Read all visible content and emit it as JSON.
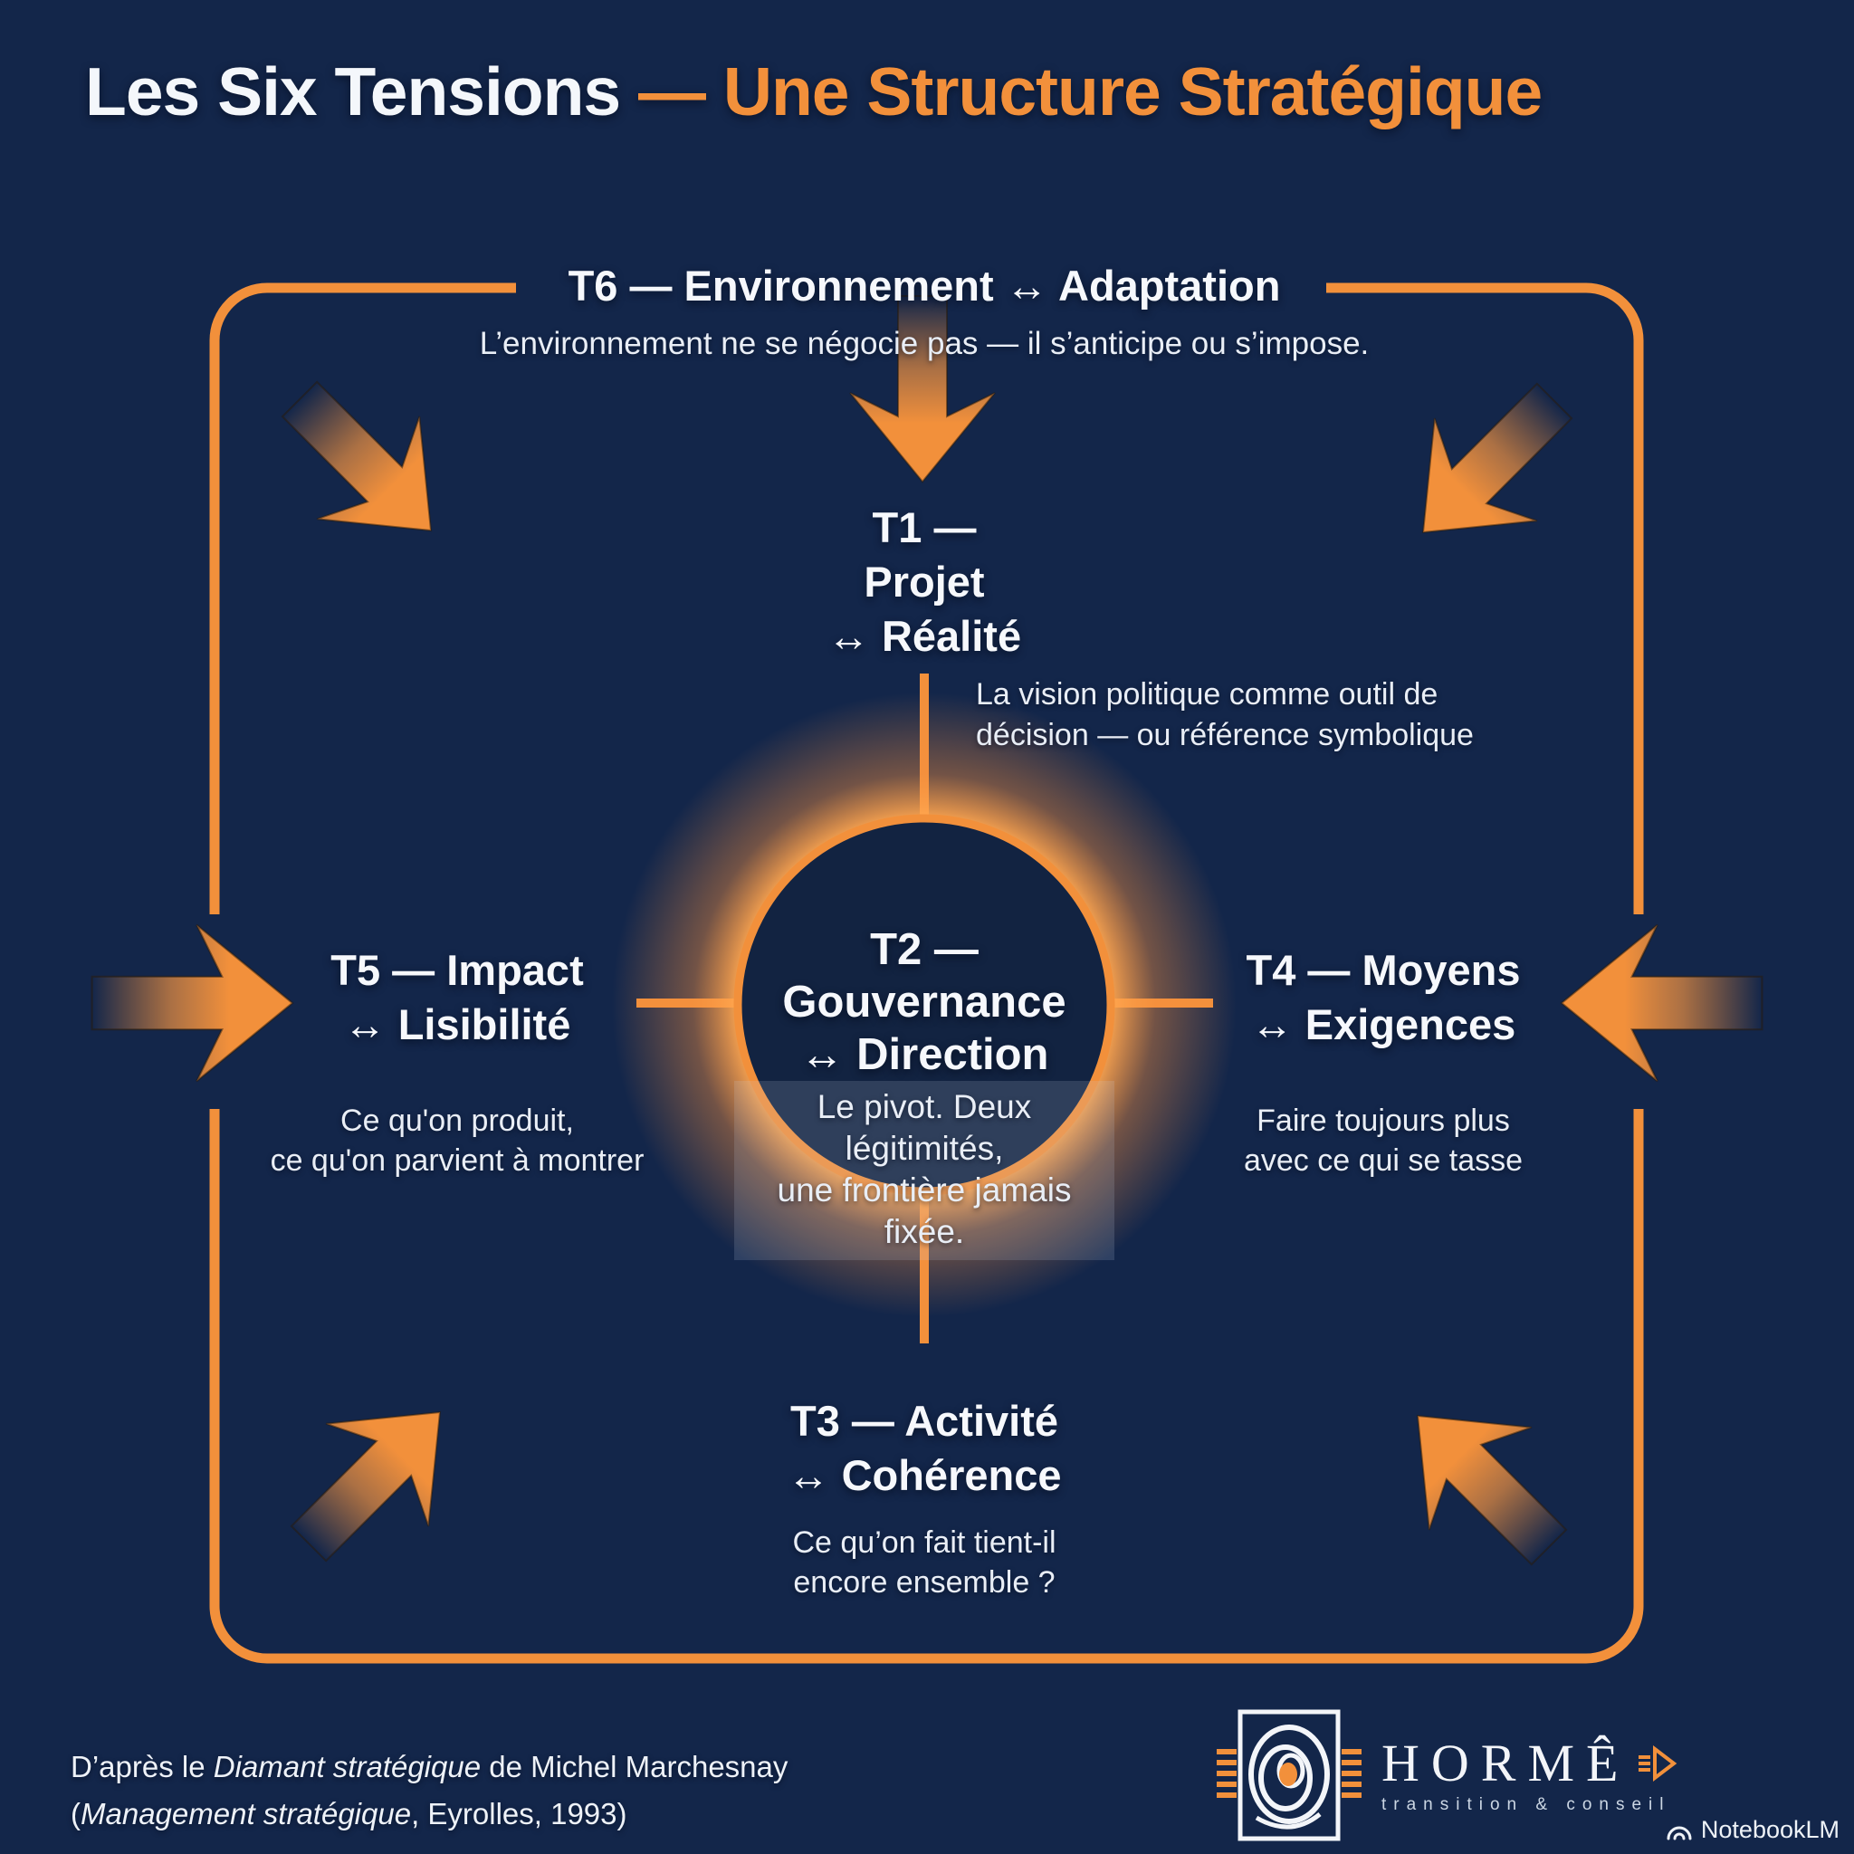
{
  "title": {
    "prefix": "Les Six Tensions ",
    "suffix": "— Une Structure Stratégique"
  },
  "colors": {
    "background": "#13264a",
    "accent": "#f2903b",
    "accent_bright": "#f9a04a",
    "text": "#f4f7fb",
    "circle_fill": "#122341",
    "caption_box": "rgba(199,214,233,0.16)"
  },
  "tensions": {
    "t6": {
      "heading": "T6 — Environnement ↔ Adaptation",
      "description": "L’environnement ne se négocie pas — il s’anticipe ou s’impose."
    },
    "t1": {
      "heading_lines": [
        "T1 —",
        "Projet",
        "↔ Réalité"
      ],
      "description_lines": [
        "La vision politique comme outil de",
        "décision — ou référence symbolique"
      ]
    },
    "t2": {
      "heading_lines": [
        "T2 —",
        "Gouvernance",
        "↔ Direction"
      ],
      "description_lines": [
        "Le pivot. Deux légitimités,",
        "une frontière jamais fixée."
      ]
    },
    "t4": {
      "heading_lines": [
        "T4 — Moyens",
        "↔ Exigences"
      ],
      "description_lines": [
        "Faire toujours plus",
        "avec ce qui se tasse"
      ]
    },
    "t5": {
      "heading_lines": [
        "T5 — Impact",
        "↔ Lisibilité"
      ],
      "description_lines": [
        "Ce qu'on produit,",
        "ce qu'on parvient à montrer"
      ]
    },
    "t3": {
      "heading_lines": [
        "T3 — Activité",
        "↔ Cohérence"
      ],
      "description_lines": [
        "Ce qu’on fait tient-il",
        "encore ensemble ?"
      ]
    }
  },
  "attribution": {
    "line1_segments": [
      {
        "text": "D’après le ",
        "italic": false
      },
      {
        "text": "Diamant stratégique",
        "italic": true
      },
      {
        "text": " de Michel Marchesnay",
        "italic": false
      }
    ],
    "line2_segments": [
      {
        "text": "(",
        "italic": false
      },
      {
        "text": "Management stratégique",
        "italic": true
      },
      {
        "text": ", Eyrolles, 1993)",
        "italic": false
      }
    ]
  },
  "logo": {
    "brand": "HORMÊ",
    "tagline": "transition & conseil"
  },
  "watermark": {
    "label": "NotebookLM"
  }
}
